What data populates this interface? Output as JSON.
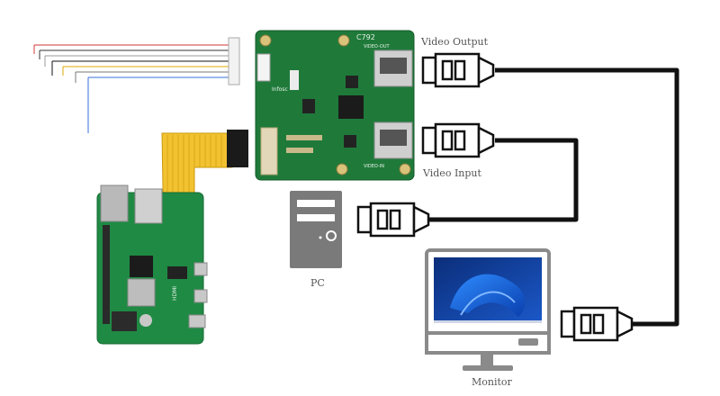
{
  "labels": {
    "video_output": "Video Output",
    "video_input": "Video Input",
    "pc": "PC",
    "monitor": "Monitor"
  },
  "board": {
    "model": "C792",
    "vendor": "Infosc",
    "out_port": "VIDEO-OUT",
    "in_port": "VIDEO-IN"
  },
  "raspberry_pi": {
    "hdmi_label": "HDMI"
  },
  "colors": {
    "pcb_green": "#1f7a3a",
    "ribbon": "#f2c230",
    "cable": "#111111",
    "pc_case": "#7a7a7a",
    "monitor_screen": "#1f4fae"
  }
}
